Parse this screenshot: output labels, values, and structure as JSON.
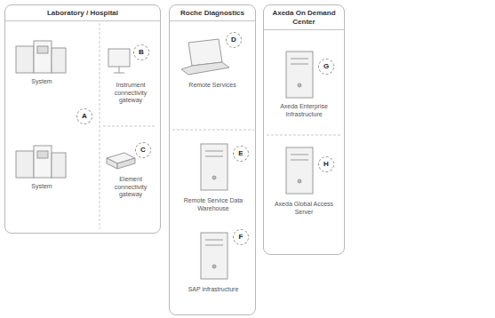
{
  "diagram": {
    "nodes": [
      {
        "text": [
          "Laboratory / Hospital"
        ]
      },
      {
        "text": [
          "A"
        ],
        "in": 0
      },
      {
        "text": [
          "B"
        ],
        "in": 0
      },
      {
        "text": [
          "C"
        ],
        "in": 0
      },
      {
        "text": [
          "Roche Diagnostics"
        ]
      },
      {
        "text": [
          "D"
        ],
        "in": 4
      },
      {
        "text": [
          "E"
        ],
        "in": 4
      },
      {
        "text": [
          "F"
        ],
        "in": 4
      },
      {
        "text": [
          "Axeda On Demand Center"
        ]
      },
      {
        "text": [
          "G"
        ],
        "in": 8
      },
      {
        "text": [
          "H"
        ],
        "in": 8
      }
    ],
    "labels": [
      "System",
      "System",
      "Instrument connectivity gateway",
      "Element connectivity gateway",
      "Remote Services",
      "Remote Service Data Warehouse",
      "SAP infrastructure",
      "Axeda Enterprise Infrastructure",
      "Axeda Global Access Server"
    ]
  }
}
